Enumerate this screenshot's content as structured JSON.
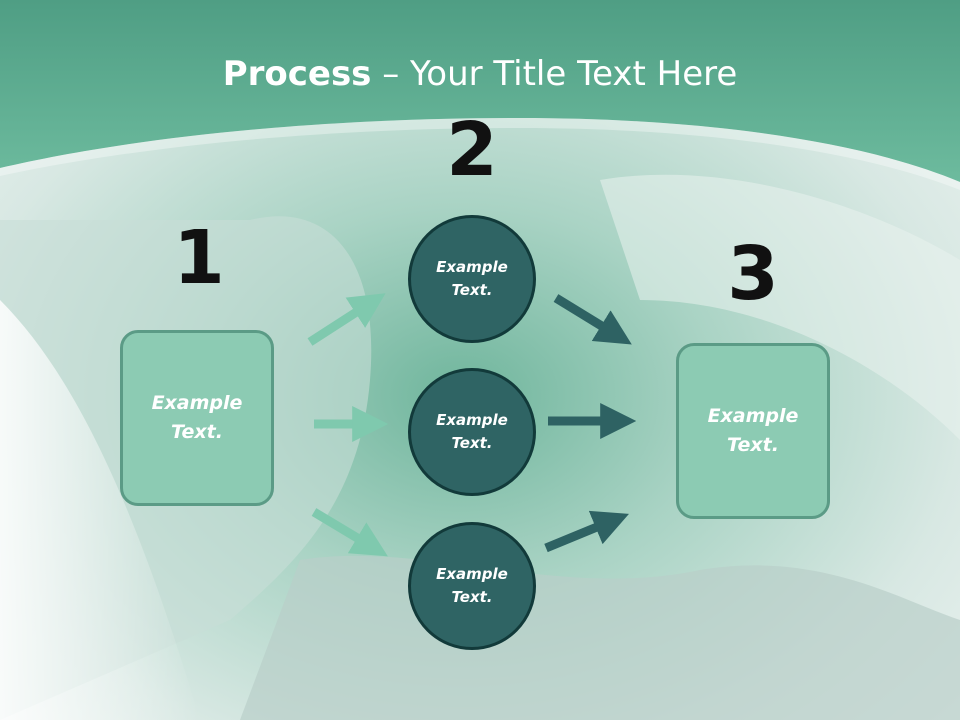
{
  "title": {
    "bold": "Process",
    "rest": " – Your Title Text Here"
  },
  "colors": {
    "header_green": "#5fae92",
    "box_fill": "#8ccbb3",
    "circle_fill": "#2f6464",
    "arrow_light": "#7fc9ae",
    "arrow_dark": "#2e6263"
  },
  "steps": {
    "one": {
      "number": "1",
      "text": "Example\nText."
    },
    "two": {
      "number": "2"
    },
    "three": {
      "number": "3",
      "text": "Example\nText."
    }
  },
  "circles": [
    {
      "text": "Example\nText."
    },
    {
      "text": "Example\nText."
    },
    {
      "text": "Example\nText."
    }
  ]
}
